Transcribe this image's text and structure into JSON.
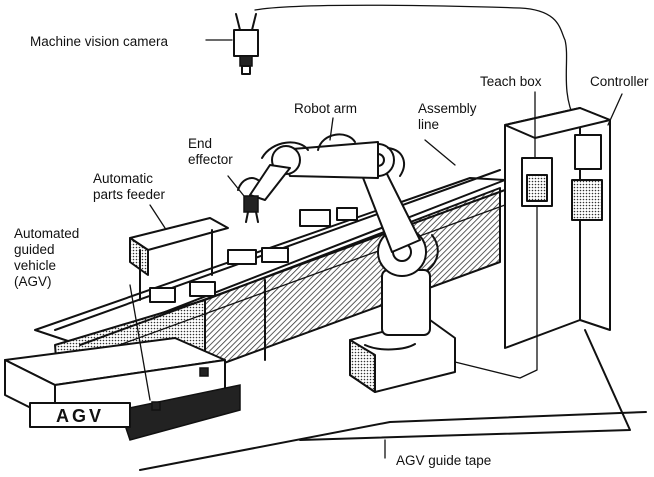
{
  "labels": {
    "camera": "Machine vision camera",
    "robot_arm": "Robot arm",
    "assembly_line_1": "Assembly",
    "assembly_line_2": "line",
    "teach_box": "Teach box",
    "controller": "Controller",
    "end_effector_1": "End",
    "end_effector_2": "effector",
    "parts_feeder_1": "Automatic",
    "parts_feeder_2": "parts feeder",
    "agv_1": "Automated",
    "agv_2": "guided",
    "agv_3": "vehicle",
    "agv_4": "(AGV)",
    "agv_side": "AGV",
    "guide_tape": "AGV guide tape"
  }
}
